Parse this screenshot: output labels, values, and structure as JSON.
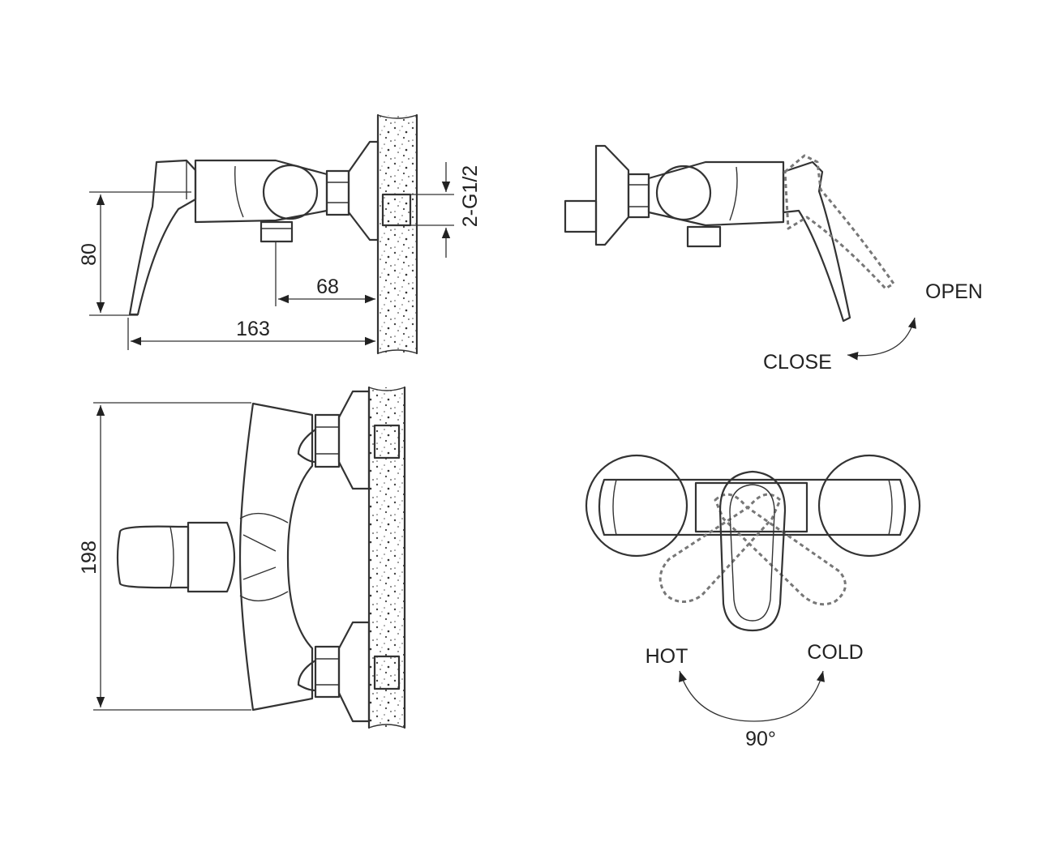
{
  "dimensions": {
    "height_side": "80",
    "outlet_offset": "68",
    "depth_total": "163",
    "inlet_thread": "2-G1/2",
    "width_total": "198"
  },
  "labels": {
    "open": "OPEN",
    "close": "CLOSE",
    "hot": "HOT",
    "cold": "COLD",
    "angle": "90°"
  },
  "colors": {
    "line": "#333333",
    "dashed_line": "#777777",
    "background": "#ffffff"
  }
}
